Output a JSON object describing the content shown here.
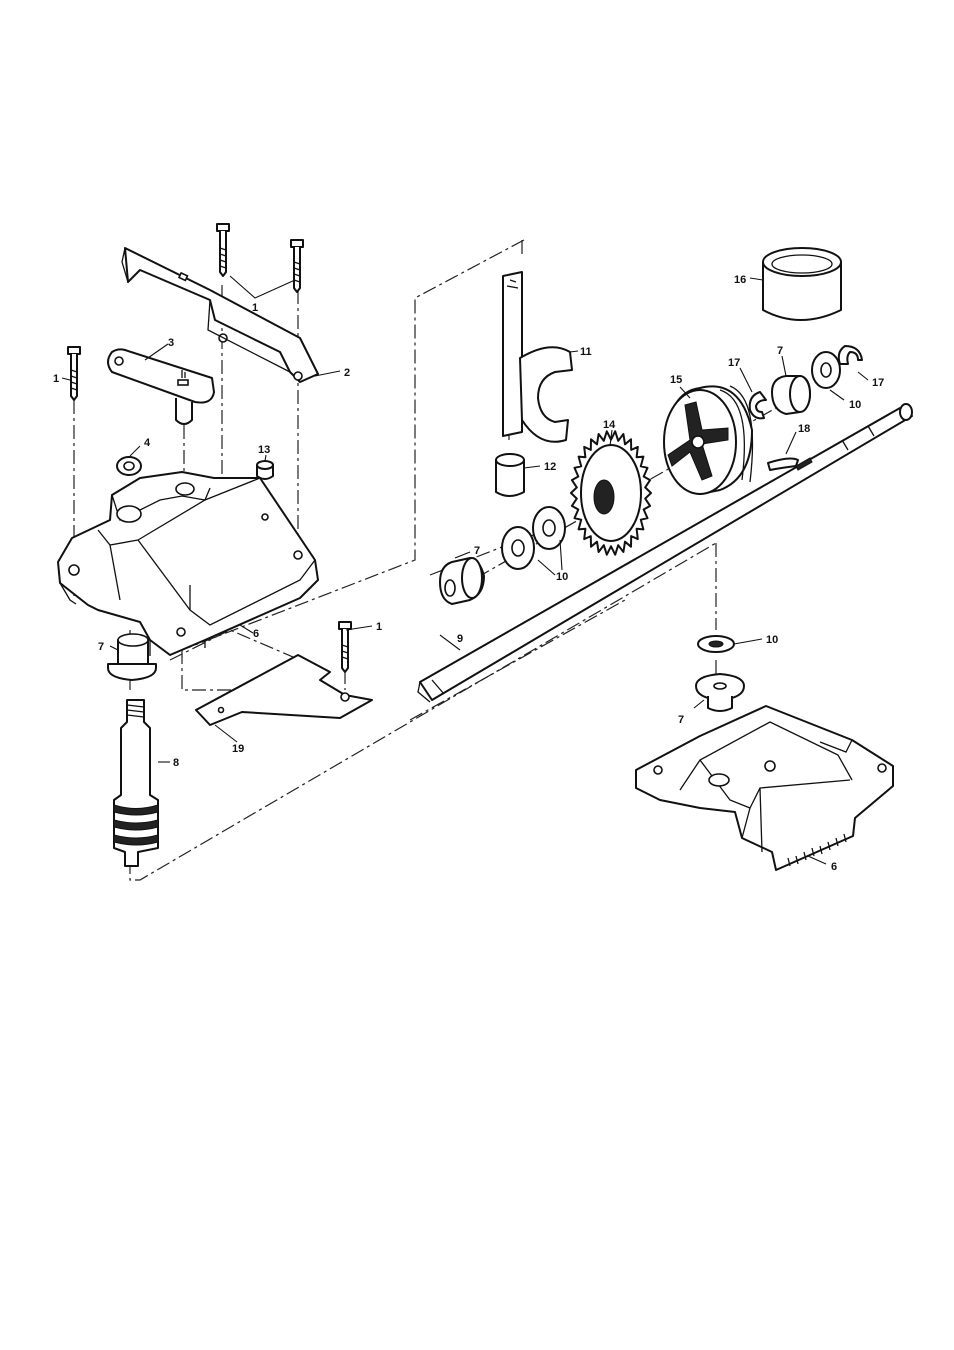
{
  "diagram": {
    "callouts": {
      "c1_top": "1",
      "c1_left": "1",
      "c1_bottom": "1",
      "c2": "2",
      "c3": "3",
      "c4": "4",
      "c6_housing": "6",
      "c6_lower": "6",
      "c7_left": "7",
      "c7_shaft": "7",
      "c7_right": "7",
      "c7_lower": "7",
      "c8": "8",
      "c9": "9",
      "c10_pair": "10",
      "c10_right": "10",
      "c10_lower": "10",
      "c11": "11",
      "c12": "12",
      "c13": "13",
      "c14": "14",
      "c15": "15",
      "c16": "16",
      "c17_left": "17",
      "c17_right": "17",
      "c18": "18",
      "c19": "19"
    }
  }
}
